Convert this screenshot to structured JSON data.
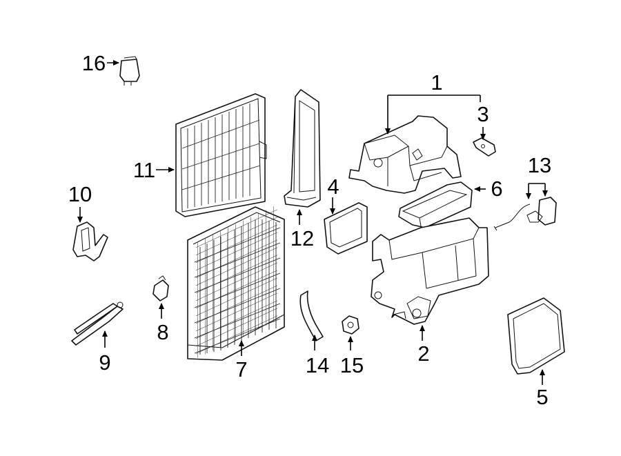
{
  "callouts": [
    {
      "id": "c1",
      "label": "1"
    },
    {
      "id": "c2",
      "label": "2"
    },
    {
      "id": "c3",
      "label": "3"
    },
    {
      "id": "c4",
      "label": "4"
    },
    {
      "id": "c5",
      "label": "5"
    },
    {
      "id": "c6",
      "label": "6"
    },
    {
      "id": "c7",
      "label": "7"
    },
    {
      "id": "c8",
      "label": "8"
    },
    {
      "id": "c9",
      "label": "9"
    },
    {
      "id": "c10",
      "label": "10"
    },
    {
      "id": "c11",
      "label": "11"
    },
    {
      "id": "c12",
      "label": "12"
    },
    {
      "id": "c13",
      "label": "13"
    },
    {
      "id": "c14",
      "label": "14"
    },
    {
      "id": "c15",
      "label": "15"
    },
    {
      "id": "c16",
      "label": "16"
    }
  ],
  "colors": {
    "line": "#111111",
    "background": "#ffffff"
  }
}
